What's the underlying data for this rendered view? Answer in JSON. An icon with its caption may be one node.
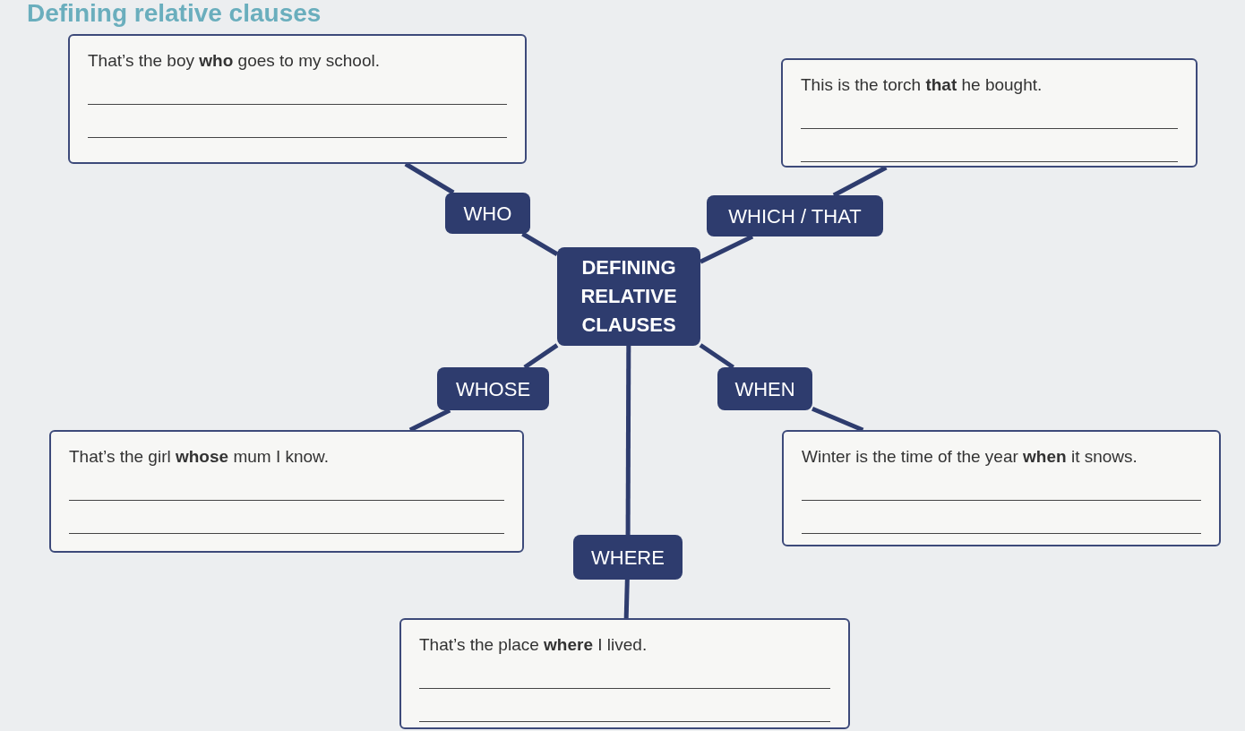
{
  "diagram": {
    "title": "Defining relative clauses",
    "nodes": [
      {
        "text": [
          "DEFINING RELATIVE CLAUSES"
        ]
      },
      {
        "text": [
          "WHO"
        ]
      },
      {
        "text": [
          "WHICH / THAT"
        ]
      },
      {
        "text": [
          "WHOSE"
        ]
      },
      {
        "text": [
          "WHEN"
        ]
      },
      {
        "text": [
          "WHERE"
        ]
      },
      {
        "text": [
          "That’s the boy **who** goes to my school."
        ]
      },
      {
        "text": [
          "This is the torch **that** he bought."
        ]
      },
      {
        "text": [
          "That’s the girl **whose** mum I know."
        ]
      },
      {
        "text": [
          "Winter is the time of the year **when** it snows."
        ]
      },
      {
        "text": [
          "That’s the place **where** I lived."
        ]
      }
    ],
    "edges": [
      {
        "from": 0,
        "to": 1,
        "arrow": "none"
      },
      {
        "from": 0,
        "to": 2,
        "arrow": "none"
      },
      {
        "from": 0,
        "to": 3,
        "arrow": "none"
      },
      {
        "from": 0,
        "to": 4,
        "arrow": "none"
      },
      {
        "from": 0,
        "to": 5,
        "arrow": "none"
      },
      {
        "from": 1,
        "to": 6,
        "arrow": "none"
      },
      {
        "from": 2,
        "to": 7,
        "arrow": "none"
      },
      {
        "from": 3,
        "to": 8,
        "arrow": "none"
      },
      {
        "from": 4,
        "to": 9,
        "arrow": "none"
      },
      {
        "from": 5,
        "to": 10,
        "arrow": "none"
      }
    ]
  }
}
